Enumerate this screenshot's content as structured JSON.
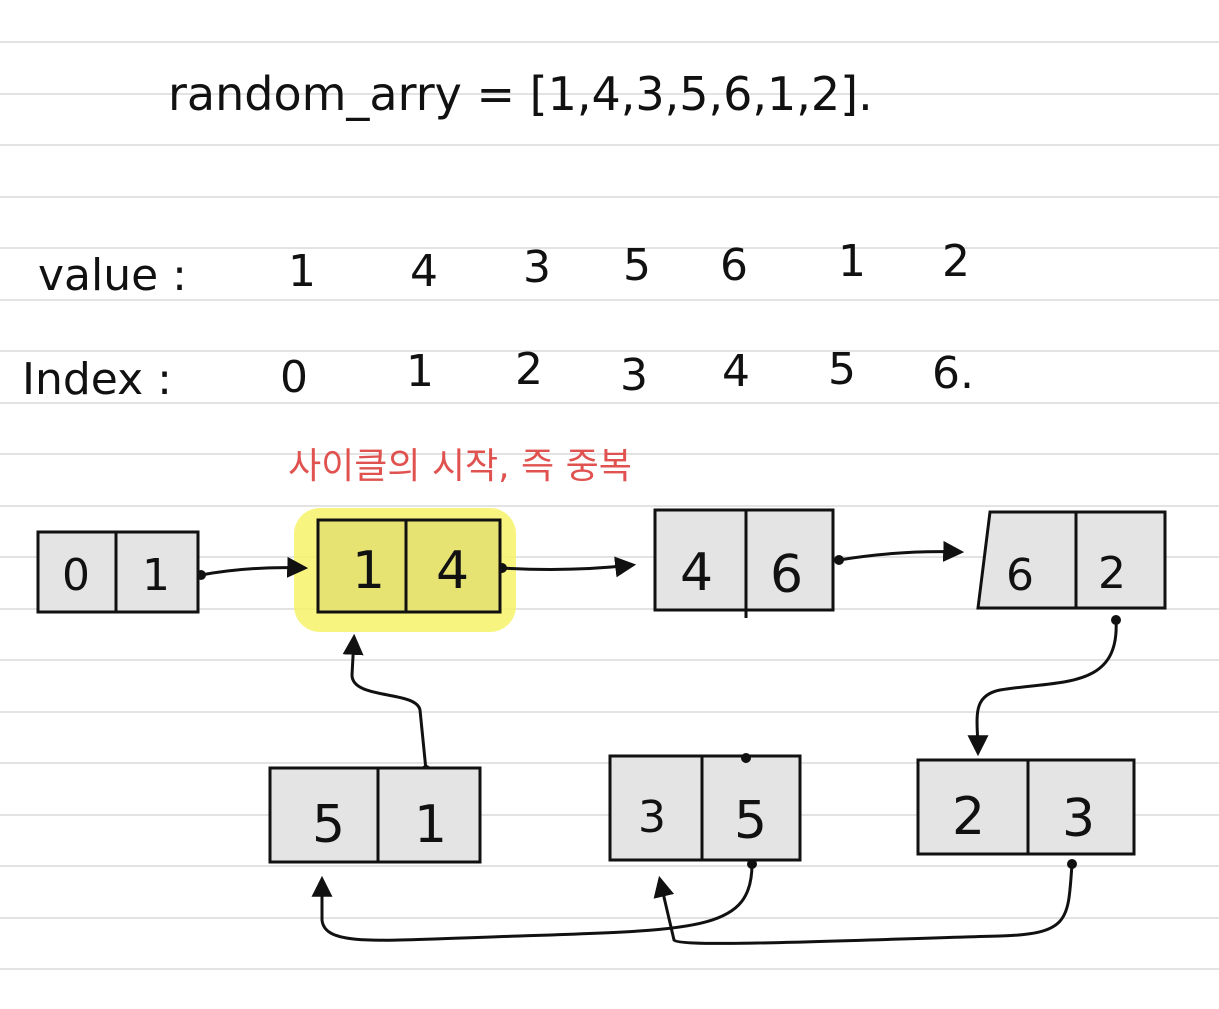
{
  "title": "random_arry = [1,4,3,5,6,1,2].",
  "value_row": {
    "label": "value :",
    "values": [
      "1",
      "4",
      "3",
      "5",
      "6",
      "1",
      "2"
    ]
  },
  "index_row": {
    "label": "Index :",
    "values": [
      "0",
      "1",
      "2",
      "3",
      "4",
      "5",
      "6."
    ]
  },
  "annotation": "사이클의 시작, 즉 중복",
  "nodes": [
    {
      "id": "n0",
      "left": "0",
      "right": "1",
      "highlighted": false
    },
    {
      "id": "n1",
      "left": "1",
      "right": "4",
      "highlighted": true
    },
    {
      "id": "n4",
      "left": "4",
      "right": "6",
      "highlighted": false
    },
    {
      "id": "n6",
      "left": "6",
      "right": "2",
      "highlighted": false
    },
    {
      "id": "n5",
      "left": "5",
      "right": "1",
      "highlighted": false
    },
    {
      "id": "n3",
      "left": "3",
      "right": "5",
      "highlighted": false
    },
    {
      "id": "n2",
      "left": "2",
      "right": "3",
      "highlighted": false
    }
  ],
  "colors": {
    "paper": "#ffffff",
    "ruled_line": "#e3e3e3",
    "ink": "#111111",
    "cell_fill": "#e4e4e4",
    "highlight_fill": "#e6e373",
    "highlight_glow": "#f6f36a",
    "annotation": "#e0524f"
  }
}
